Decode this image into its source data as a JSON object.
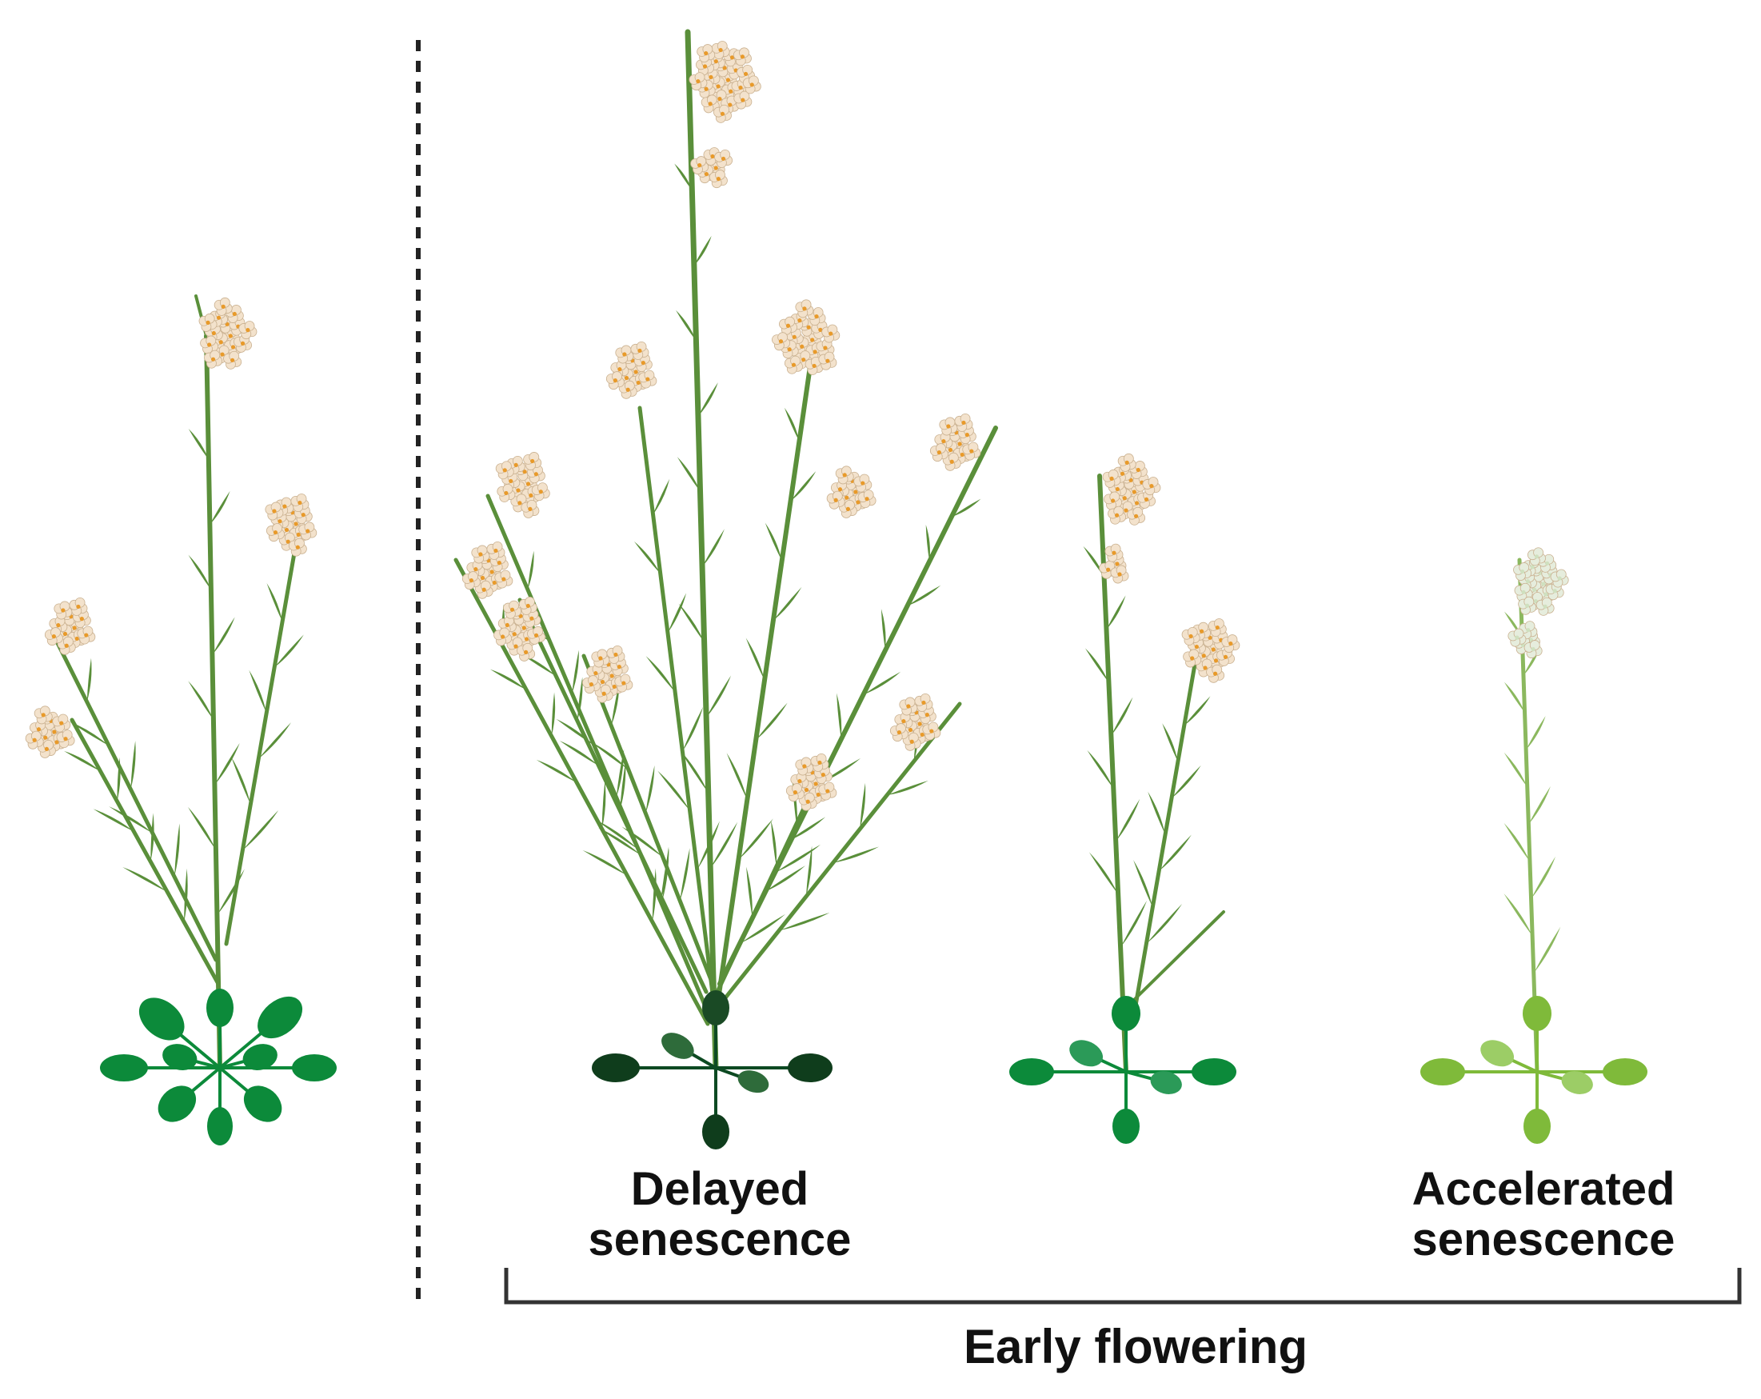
{
  "labels": {
    "delayed": [
      "Delayed",
      "senescence"
    ],
    "accelerated": [
      "Accelerated",
      "senescence"
    ],
    "early_flowering": "Early flowering"
  },
  "plants": [
    {
      "id": "wild-type",
      "stem_color": "#5a8f3a",
      "rosette_color": "#0c8a3a",
      "flower_color": "#f3e2cc"
    },
    {
      "id": "delayed-senescence",
      "stem_color": "#5a8f3a",
      "rosette_color": "#0d4a22",
      "flower_color": "#f3e2cc"
    },
    {
      "id": "early-flowering",
      "stem_color": "#5a8f3a",
      "rosette_color": "#0c8a3a",
      "flower_color": "#f3e2cc"
    },
    {
      "id": "accelerated-senescence",
      "stem_color": "#8bb85e",
      "rosette_color": "#7fba3a",
      "flower_color": "#e6eddd"
    }
  ],
  "colors": {
    "divider": "#222222",
    "bracket": "#333333",
    "flower_center": "#e89a2a"
  }
}
